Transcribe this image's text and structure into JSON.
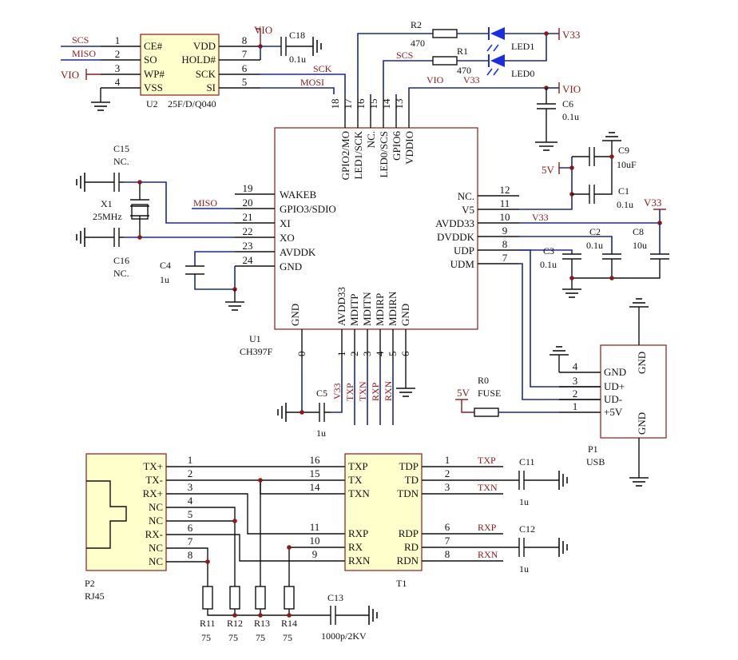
{
  "u2": {
    "ref": "U2",
    "value": "25F/D/Q040",
    "left": [
      {
        "num": "1",
        "name": "CE#",
        "net": "SCS"
      },
      {
        "num": "2",
        "name": "SO",
        "net": "MISO"
      },
      {
        "num": "3",
        "name": "WP#",
        "net": "VIO"
      },
      {
        "num": "4",
        "name": "VSS",
        "net": ""
      }
    ],
    "right": [
      {
        "num": "8",
        "name": "VDD",
        "net": ""
      },
      {
        "num": "7",
        "name": "HOLD#",
        "net": ""
      },
      {
        "num": "6",
        "name": "SCK",
        "net": "SCK"
      },
      {
        "num": "5",
        "name": "SI",
        "net": "MOSI"
      }
    ]
  },
  "u1": {
    "ref": "U1",
    "value": "CH397F",
    "left": [
      {
        "num": "19",
        "name": "WAKEB"
      },
      {
        "num": "20",
        "name": "GPIO3/SDIO"
      },
      {
        "num": "21",
        "name": "XI"
      },
      {
        "num": "22",
        "name": "XO"
      },
      {
        "num": "23",
        "name": "AVDDK"
      },
      {
        "num": "24",
        "name": "GND"
      }
    ],
    "right": [
      {
        "num": "12",
        "name": "NC."
      },
      {
        "num": "11",
        "name": "V5"
      },
      {
        "num": "10",
        "name": "AVDD33"
      },
      {
        "num": "9",
        "name": "DVDDK"
      },
      {
        "num": "8",
        "name": "UDP"
      },
      {
        "num": "7",
        "name": "UDM"
      }
    ],
    "top": [
      {
        "num": "18",
        "name": "GPIO2/MO"
      },
      {
        "num": "17",
        "name": "LED1/SCK"
      },
      {
        "num": "16",
        "name": "NC."
      },
      {
        "num": "15",
        "name": "LED0/SCS"
      },
      {
        "num": "14",
        "name": "GPIO6"
      },
      {
        "num": "13",
        "name": "VDDIO"
      }
    ],
    "bottom": [
      {
        "num": "0",
        "name": "GND"
      },
      {
        "num": "1",
        "name": "AVDD33"
      },
      {
        "num": "2",
        "name": "MDITP"
      },
      {
        "num": "3",
        "name": "MDITN"
      },
      {
        "num": "4",
        "name": "MDIRP"
      },
      {
        "num": "5",
        "name": "MDIRN"
      },
      {
        "num": "6",
        "name": "GND"
      }
    ]
  },
  "p1": {
    "ref": "P1",
    "value": "USB",
    "pins": [
      {
        "num": "4",
        "name": "GND"
      },
      {
        "num": "3",
        "name": "UD+"
      },
      {
        "num": "2",
        "name": "UD-"
      },
      {
        "num": "1",
        "name": "+5V"
      }
    ],
    "shield": "GND"
  },
  "p2": {
    "ref": "P2",
    "value": "RJ45",
    "pins": [
      {
        "num": "1",
        "name": "TX+"
      },
      {
        "num": "2",
        "name": "TX-"
      },
      {
        "num": "3",
        "name": "RX+"
      },
      {
        "num": "4",
        "name": "NC"
      },
      {
        "num": "5",
        "name": "NC"
      },
      {
        "num": "6",
        "name": "RX-"
      },
      {
        "num": "7",
        "name": "NC"
      },
      {
        "num": "8",
        "name": "NC"
      }
    ]
  },
  "t1": {
    "ref": "T1",
    "left": [
      {
        "num": "16",
        "name": "TXP"
      },
      {
        "num": "15",
        "name": "TX"
      },
      {
        "num": "14",
        "name": "TXN"
      },
      {
        "num": "11",
        "name": "RXP"
      },
      {
        "num": "10",
        "name": "RX"
      },
      {
        "num": "9",
        "name": "RXN"
      }
    ],
    "right": [
      {
        "num": "1",
        "name": "TDP",
        "net": "TXP"
      },
      {
        "num": "2",
        "name": "TD",
        "net": ""
      },
      {
        "num": "3",
        "name": "TDN",
        "net": "TXN"
      },
      {
        "num": "6",
        "name": "RDP",
        "net": "RXP"
      },
      {
        "num": "7",
        "name": "RD",
        "net": ""
      },
      {
        "num": "8",
        "name": "RDN",
        "net": "RXN"
      }
    ]
  },
  "parts": {
    "c18": {
      "ref": "C18",
      "value": "0.1u"
    },
    "c6": {
      "ref": "C6",
      "value": "0.1u"
    },
    "c9": {
      "ref": "C9",
      "value": "10uF"
    },
    "c1": {
      "ref": "C1",
      "value": "0.1u"
    },
    "c2": {
      "ref": "C2",
      "value": "0.1u"
    },
    "c8": {
      "ref": "C8",
      "value": "10u"
    },
    "c3": {
      "ref": "C3",
      "value": "0.1u"
    },
    "c15": {
      "ref": "C15",
      "value": "NC."
    },
    "c16": {
      "ref": "C16",
      "value": "NC."
    },
    "x1": {
      "ref": "X1",
      "value": "25MHz"
    },
    "c4": {
      "ref": "C4",
      "value": "1u"
    },
    "c5": {
      "ref": "C5",
      "value": "1u"
    },
    "r0": {
      "ref": "R0",
      "value": "FUSE"
    },
    "r1": {
      "ref": "R1",
      "value": "470"
    },
    "r2": {
      "ref": "R2",
      "value": "470"
    },
    "led1": {
      "ref": "LED1"
    },
    "led0": {
      "ref": "LED0"
    },
    "c11": {
      "ref": "C11",
      "value": "1u"
    },
    "c12": {
      "ref": "C12",
      "value": "1u"
    },
    "c13": {
      "ref": "C13",
      "value": "1000p/2KV"
    },
    "r11": {
      "ref": "R11",
      "value": "75"
    },
    "r12": {
      "ref": "R12",
      "value": "75"
    },
    "r13": {
      "ref": "R13",
      "value": "75"
    },
    "r14": {
      "ref": "R14",
      "value": "75"
    }
  },
  "nets": {
    "vio": "VIO",
    "v33": "V33",
    "v5": "5V",
    "scs": "SCS",
    "miso": "MISO",
    "sck": "SCK",
    "mosi": "MOSI",
    "txp": "TXP",
    "txn": "TXN",
    "rxp": "RXP",
    "rxn": "RXN"
  },
  "colors": {
    "wire": "#1b2a8c",
    "component": "#8b1a1a",
    "body": "#ffffcc",
    "net": "#8b1a1a",
    "led": "#1a2ee0"
  }
}
